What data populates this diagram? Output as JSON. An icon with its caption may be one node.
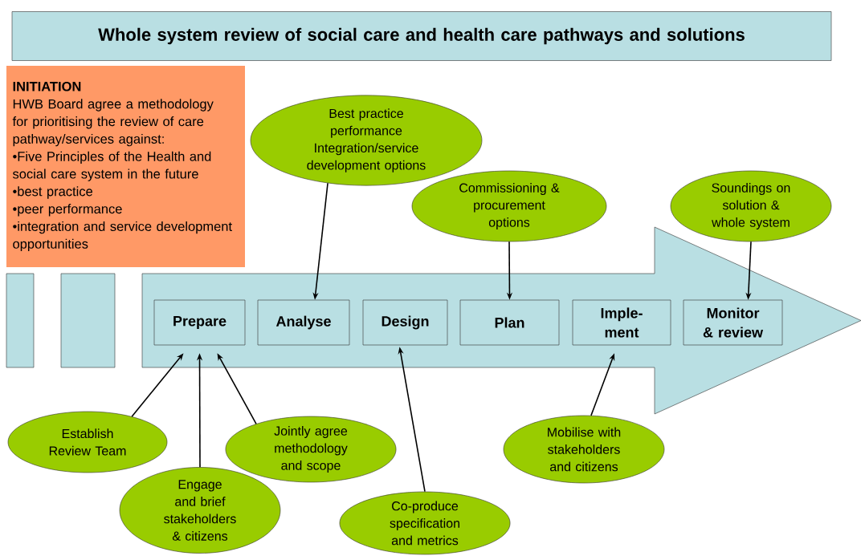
{
  "diagram": {
    "nodes": [
      {
        "text": [
          "Whole system review of social care and health care pathways and solutions"
        ]
      },
      {
        "text": [
          "INITIATION",
          "HWB Board agree a methodology for prioritising the review of care pathway/services against:",
          "•Five Principles of the Health and social care system in the future",
          "•best practice",
          "•peer performance",
          "•integration and service development opportunities"
        ]
      },
      {
        "text": [],
        "shape": "bar"
      },
      {
        "text": [],
        "shape": "bar"
      },
      {
        "text": [],
        "shape": "arrow"
      },
      {
        "text": [
          "Prepare"
        ],
        "in": 4
      },
      {
        "text": [
          "Analyse"
        ],
        "in": 4
      },
      {
        "text": [
          "Design"
        ],
        "in": 4
      },
      {
        "text": [
          "Plan"
        ],
        "in": 4
      },
      {
        "text": [
          "Imple- ment"
        ],
        "in": 4
      },
      {
        "text": [
          "Monitor & review"
        ],
        "in": 4
      },
      {
        "text": [
          "Best practice performance Integration/service development options"
        ]
      },
      {
        "text": [
          "Commissioning & procurement options"
        ]
      },
      {
        "text": [
          "Soundings on solution & whole system"
        ]
      },
      {
        "text": [
          "Establish Review Team"
        ]
      },
      {
        "text": [
          "Engage and brief stakeholders & citizens"
        ]
      },
      {
        "text": [
          "Jointly agree methodology and scope"
        ]
      },
      {
        "text": [
          "Co-produce specification and metrics"
        ]
      },
      {
        "text": [
          "Mobilise  with stakeholders and citizens"
        ]
      }
    ],
    "edges": [
      {
        "from": 11,
        "to": 6,
        "arrow": "to"
      },
      {
        "from": 12,
        "to": 8,
        "arrow": "to"
      },
      {
        "from": 13,
        "to": 10,
        "arrow": "to"
      },
      {
        "from": 14,
        "to": 5,
        "arrow": "to"
      },
      {
        "from": 15,
        "to": 5,
        "arrow": "to"
      },
      {
        "from": 16,
        "to": 5,
        "arrow": "to"
      },
      {
        "from": 17,
        "to": 7,
        "arrow": "to"
      },
      {
        "from": 18,
        "to": 9,
        "arrow": "to"
      }
    ]
  }
}
